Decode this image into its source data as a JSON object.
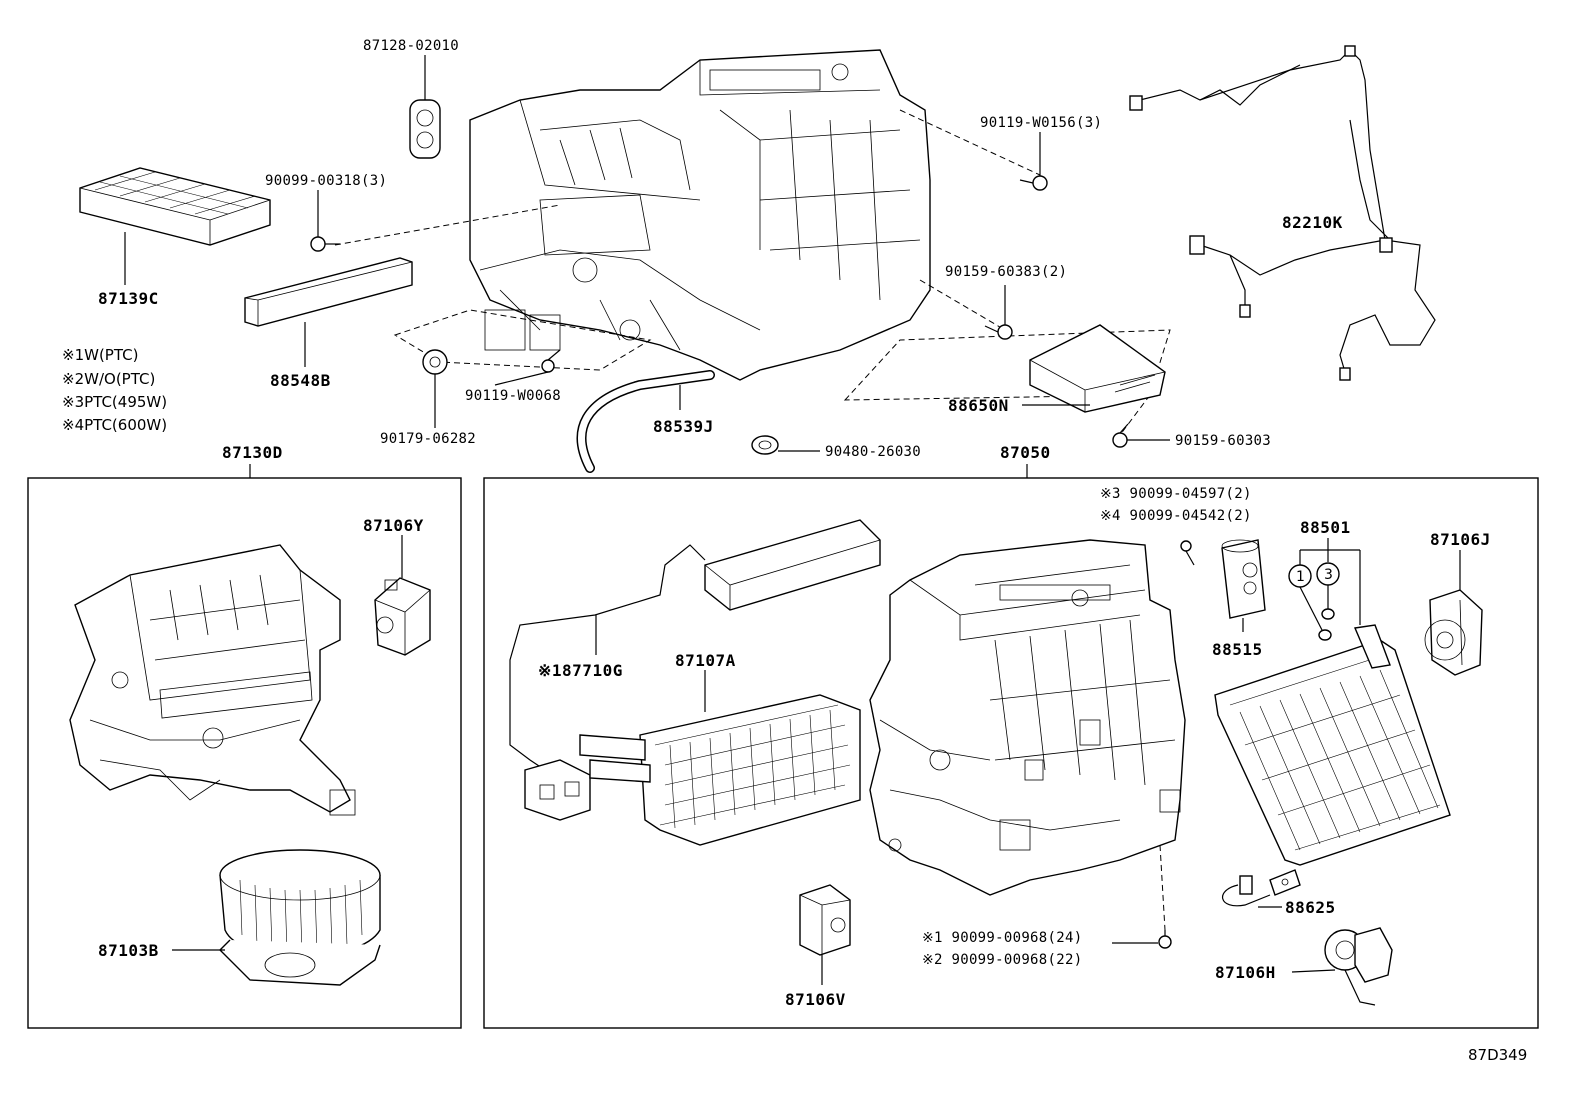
{
  "diagram_ref": "87D349",
  "notes": [
    {
      "mark": "※1",
      "text": "W(PTC)"
    },
    {
      "mark": "※2",
      "text": "W/O(PTC)"
    },
    {
      "mark": "※3",
      "text": "PTC(495W)"
    },
    {
      "mark": "※4",
      "text": "PTC(600W)"
    }
  ],
  "labels": {
    "p87128_02010": "87128-02010",
    "p90099_00318": "90099-00318(3)",
    "p87139C": "87139C",
    "p88548B": "88548B",
    "p90119_W0068": "90119-W0068",
    "p90179_06282": "90179-06282",
    "p88539J": "88539J",
    "p90480_26030": "90480-26030",
    "p90119_W0156": "90119-W0156(3)",
    "p82210K": "82210K",
    "p90159_60383": "90159-60383(2)",
    "p88650N": "88650N",
    "p90159_60303": "90159-60303",
    "p87130D": "87130D",
    "p87106Y": "87106Y",
    "p87103B": "87103B",
    "p87050": "87050",
    "p90099_04597": "※3 90099-04597(2)",
    "p90099_04542": "※4 90099-04542(2)",
    "p88501": "88501",
    "p87106J": "87106J",
    "p88515": "88515",
    "p87710G": "※187710G",
    "p87107A": "87107A",
    "p88625": "88625",
    "p90099_00968_24": "※1 90099-00968(24)",
    "p90099_00968_22": "※2 90099-00968(22)",
    "p87106H": "87106H",
    "p87106V": "87106V",
    "circle1": "1",
    "circle3": "3"
  }
}
